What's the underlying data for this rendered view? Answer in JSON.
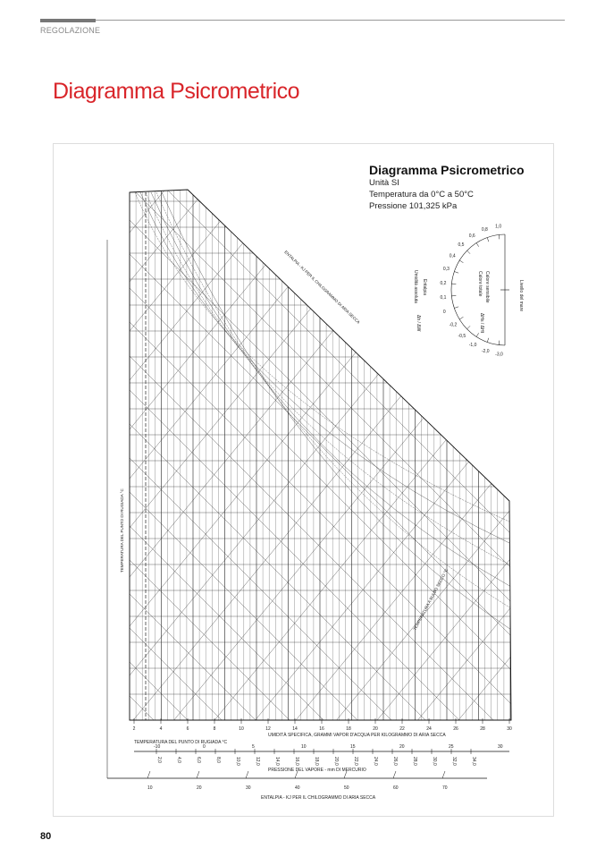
{
  "header": {
    "section": "REGOLAZIONE"
  },
  "page_title": "Diagramma Psicrometrico",
  "chart": {
    "title": "Diagramma Psicrometrico",
    "units": "Unità SI",
    "temperature_range": "Temperatura da 0°C a  50°C",
    "pressure": "Pressione 101,325 kPa",
    "axis_humidity": "UMIDITÀ SPECIFICA, GRAMMI VAPOR D'ACQUA PER KILOGRAMMO DI ARIA SECCA",
    "axis_dewpoint": "TEMPERATURA DEL PUNTO DI RUGIADA °C",
    "axis_vapor": "PRESSIONE DEL VAPORE - mm DI MERCURIO",
    "axis_enthalpy_bottom": "ENTALPIA - KJ PER IL CHILOGRAMMO DI ARIA SECCA",
    "axis_enthalpy_diag": "ENTALPIA - KJ PER IL CHILOGRAMMO DI ARIA SECCA",
    "axis_drybulb": "TEMPERATURA A BULBO SECCO °C",
    "humidity_ticks": [
      "2",
      "4",
      "6",
      "8",
      "10",
      "12",
      "14",
      "16",
      "18",
      "20",
      "22",
      "24",
      "26",
      "28",
      "30"
    ],
    "dewpoint_ticks": [
      "-10",
      "0",
      "5",
      "10",
      "15",
      "20",
      "25",
      "30"
    ],
    "vapor_ticks": [
      "2,0",
      "4,0",
      "6,0",
      "8,0",
      "10,0",
      "12,0",
      "14,0",
      "16,0",
      "18,0",
      "20,0",
      "22,0",
      "24,0",
      "26,0",
      "28,0",
      "30,0",
      "32,0",
      "34,0"
    ],
    "enthalpy_ticks": [
      "10",
      "20",
      "30",
      "40",
      "50",
      "60",
      "70"
    ],
    "protractor": {
      "left_label_top": "Entalpia",
      "left_label_bottom": "Umidità assoluta",
      "left_ratio": "Δh / ΔW",
      "center_label_top": "Calore sensibile",
      "center_label_bottom": "Calore totale",
      "center_ratio": "ΔHs / ΔHt",
      "right_label": "Livello del mare",
      "ticks": [
        "1,0",
        "0,8",
        "0,6",
        "0,5",
        "0,4",
        "0,3",
        "0,2",
        "0,1",
        "0",
        "-0,2",
        "-0,5",
        "-1,0",
        "-2,0",
        "-3,0"
      ]
    }
  },
  "page_number": "80"
}
